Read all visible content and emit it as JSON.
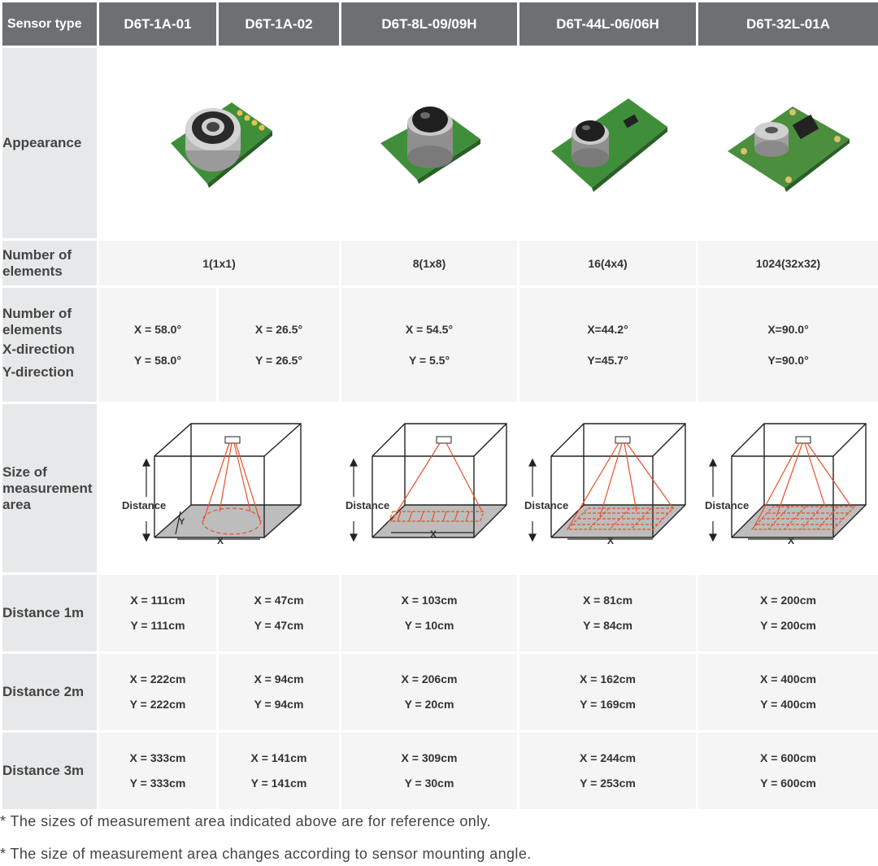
{
  "header": {
    "corner": "Sensor type",
    "models": [
      "D6T-1A-01",
      "D6T-1A-02",
      "D6T-8L-09/09H",
      "D6T-44L-06/06H",
      "D6T-32L-01A"
    ]
  },
  "rows": {
    "appearance": {
      "label": "Appearance"
    },
    "elements": {
      "label": "Number of elements",
      "values": [
        "1(1x1)",
        "8(1x8)",
        "16(4x4)",
        "1024(32x32)"
      ]
    },
    "fov": {
      "label_lines": [
        "Number of elements",
        "X-direction",
        "Y-direction"
      ],
      "values": [
        {
          "x": "X = 58.0°",
          "y": "Y = 58.0°"
        },
        {
          "x": "X = 26.5°",
          "y": "Y = 26.5°"
        },
        {
          "x": "X = 54.5°",
          "y": "Y = 5.5°"
        },
        {
          "x": "X=44.2°",
          "y": "Y=45.7°"
        },
        {
          "x": "X=90.0°",
          "y": "Y=90.0°"
        }
      ]
    },
    "area": {
      "label": "Size of measurement area",
      "distance_label": "Distance",
      "x_label": "X",
      "y_label": "Y"
    },
    "d1": {
      "label": "Distance 1m",
      "values": [
        {
          "x": "X =  111cm",
          "y": "Y =  111cm"
        },
        {
          "x": "X =  47cm",
          "y": "Y =  47cm"
        },
        {
          "x": "X =  103cm",
          "y": "Y =  10cm"
        },
        {
          "x": "X =  81cm",
          "y": "Y =  84cm"
        },
        {
          "x": "X =  200cm",
          "y": "Y =  200cm"
        }
      ]
    },
    "d2": {
      "label": "Distance 2m",
      "values": [
        {
          "x": "X =  222cm",
          "y": "Y =  222cm"
        },
        {
          "x": "X =  94cm",
          "y": "Y =  94cm"
        },
        {
          "x": "X =  206cm",
          "y": "Y =  20cm"
        },
        {
          "x": "X =  162cm",
          "y": "Y =  169cm"
        },
        {
          "x": "X =  400cm",
          "y": "Y =  400cm"
        }
      ]
    },
    "d3": {
      "label": "Distance 3m",
      "values": [
        {
          "x": "X =  333cm",
          "y": "Y =  333cm"
        },
        {
          "x": "X =  141cm",
          "y": "Y =  141cm"
        },
        {
          "x": "X =  309cm",
          "y": "Y =  30cm"
        },
        {
          "x": "X =  244cm",
          "y": "Y =  253cm"
        },
        {
          "x": "X =  600cm",
          "y": "Y =  600cm"
        }
      ]
    }
  },
  "notes": [
    "* The sizes of measurement area indicated above are for reference only.",
    "* The size of measurement area changes according to sensor mounting angle."
  ],
  "colors": {
    "header_bg": "#6e6f71",
    "label_bg": "#e7e8e9",
    "cell_bg": "#f5f5f5",
    "beam": "#e8502a",
    "pcb_green": "#3f8f3a"
  }
}
